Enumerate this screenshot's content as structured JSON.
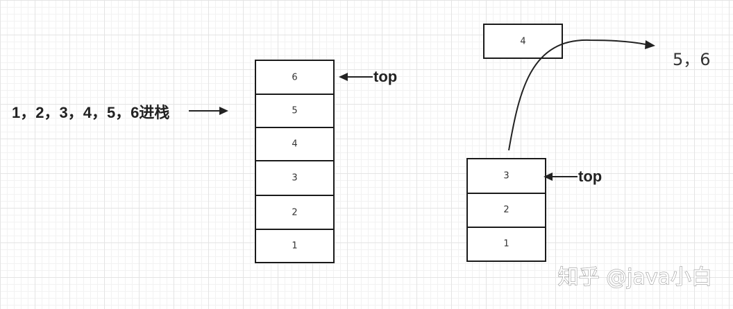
{
  "left_stack": {
    "cells": [
      "6",
      "5",
      "4",
      "3",
      "2",
      "1"
    ],
    "top_label": "top"
  },
  "push_label": "1，2，3，4，5，6进栈",
  "right_stack": {
    "cells": [
      "3",
      "2",
      "1"
    ],
    "top_label": "top"
  },
  "popped_box": "4",
  "popped_text": "5，6",
  "watermark": "知乎 @java小白"
}
